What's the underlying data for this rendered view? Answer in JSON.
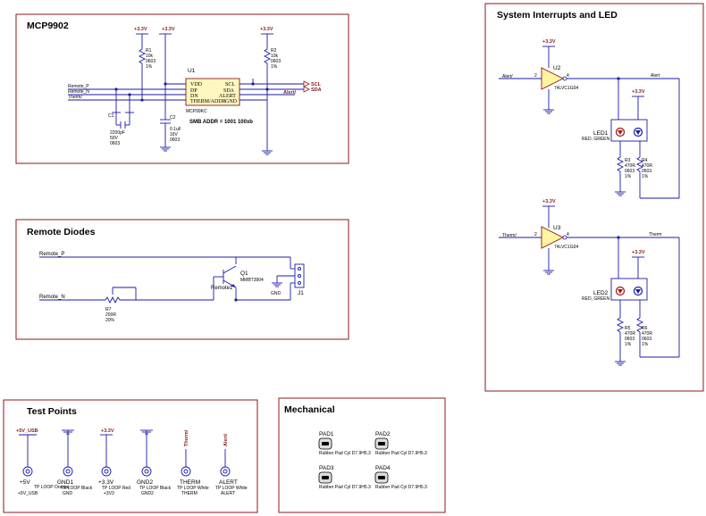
{
  "sections": {
    "mcp9902": "MCP9902",
    "remote_diodes": "Remote Diodes",
    "system_interrupts": "System Interrupts and LED",
    "test_points": "Test Points",
    "mechanical": "Mechanical"
  },
  "power": {
    "v33": "+3.3V",
    "v5usb": "+5V_USB",
    "gnd": "GND"
  },
  "mcp9902": {
    "u1": {
      "ref": "U1",
      "part": "MCP99KC",
      "pins": [
        "VDD",
        "DP",
        "DN",
        "THERM/ADDR",
        "SCL",
        "SDA",
        "ALERT",
        "GND"
      ],
      "smb_addr": "SMB ADDR = 1001 100xb"
    },
    "r1": {
      "ref": "R1",
      "value": "10k",
      "pkg": "0603",
      "tol": "1%"
    },
    "r2": {
      "ref": "R2",
      "value": "10k",
      "pkg": "0603",
      "tol": "1%"
    },
    "c1": {
      "ref": "C1",
      "value": "2200pF",
      "volt": "50V",
      "pkg": "0603"
    },
    "c2": {
      "ref": "C2",
      "value": "0.1uF",
      "volt": "16V",
      "pkg": "0603"
    },
    "nets_left": [
      "Remote_P",
      "Remote_N",
      "Therm/"
    ],
    "nets_right": [
      "SCL",
      "SDA"
    ],
    "alert_net": "Alert/"
  },
  "remote": {
    "net_p": "Remote_P",
    "net_n": "Remote_N",
    "q1": {
      "ref": "Q1",
      "part": "MMBT3904",
      "label": "Remote1"
    },
    "r7": {
      "ref": "R7",
      "value": "200R",
      "tol": "20%"
    },
    "j1": {
      "ref": "J1"
    },
    "gnd": "GND"
  },
  "interrupts": {
    "alert": {
      "in_net": "Alert/",
      "out_net": "Alert",
      "u": {
        "ref": "U2",
        "part": "74LVC1G04",
        "in_pin": "2",
        "out_pin": "4"
      },
      "led": {
        "ref": "LED1",
        "part": "RED, GREEN"
      },
      "ra": {
        "ref": "R3",
        "value": "470R",
        "pkg": "0603",
        "tol": "1%"
      },
      "rb": {
        "ref": "R4",
        "value": "470R",
        "pkg": "0603",
        "tol": "1%"
      }
    },
    "therm": {
      "in_net": "Therm/",
      "out_net": "Therm",
      "u": {
        "ref": "U3",
        "part": "74LVC1G04",
        "in_pin": "2",
        "out_pin": "4"
      },
      "led": {
        "ref": "LED2",
        "part": "RED, GREEN"
      },
      "ra": {
        "ref": "R5",
        "value": "470R",
        "pkg": "0603",
        "tol": "1%"
      },
      "rb": {
        "ref": "R6",
        "value": "470R",
        "pkg": "0603",
        "tol": "1%"
      }
    }
  },
  "test_points": [
    {
      "rail": "+5V_USB",
      "name": "+5V",
      "part": "TP LOOP Orange",
      "net": "+5V_USB"
    },
    {
      "rail": "GND",
      "name": "GND1",
      "part": "TP LOOP Black",
      "net": "GND"
    },
    {
      "rail": "+3.3V",
      "name": "+3.3V",
      "part": "TP LOOP Red",
      "net": "+3V3"
    },
    {
      "rail": "GND",
      "name": "GND2",
      "part": "TP LOOP Black",
      "net": "GND2"
    },
    {
      "rail": "Therm/",
      "name": "THERM",
      "part": "TP LOOP White",
      "net": "THERM"
    },
    {
      "rail": "Alert/",
      "name": "ALERT",
      "part": "TP LOOP White",
      "net": "ALERT"
    }
  ],
  "mechanical": [
    {
      "ref": "PAD1",
      "part": "Rubber Pad Cyl D7.9H5.3"
    },
    {
      "ref": "PAD2",
      "part": "Rubber Pad Cyl D7.9H5.3"
    },
    {
      "ref": "PAD3",
      "part": "Rubber Pad Cyl D7.9H5.3"
    },
    {
      "ref": "PAD4",
      "part": "Rubber Pad Cyl D7.9H5.3"
    }
  ],
  "colors": {
    "frame": "#8b1a1a",
    "wire": "#1a1aa8",
    "chip_fill": "#fff7c0",
    "buffer_fill": "#fff4a0"
  }
}
